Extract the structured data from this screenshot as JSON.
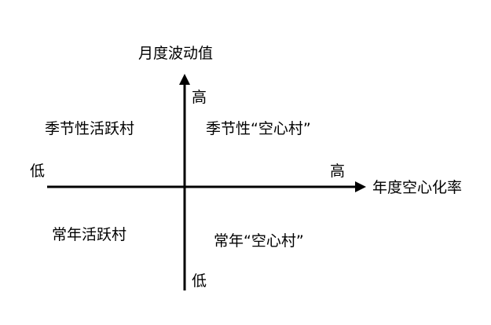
{
  "axes": {
    "y_title": "月度波动值",
    "y_high": "高",
    "y_low": "低",
    "x_title": "年度空心化率",
    "x_high": "高",
    "x_low": "低"
  },
  "quadrants": {
    "top_left": "季节性活跃村",
    "top_right": "季节性“空心村”",
    "bottom_left": "常年活跃村",
    "bottom_right": "常年“空心村”"
  },
  "colors": {
    "axis": "#000000",
    "text": "#000000",
    "background": "#ffffff"
  }
}
